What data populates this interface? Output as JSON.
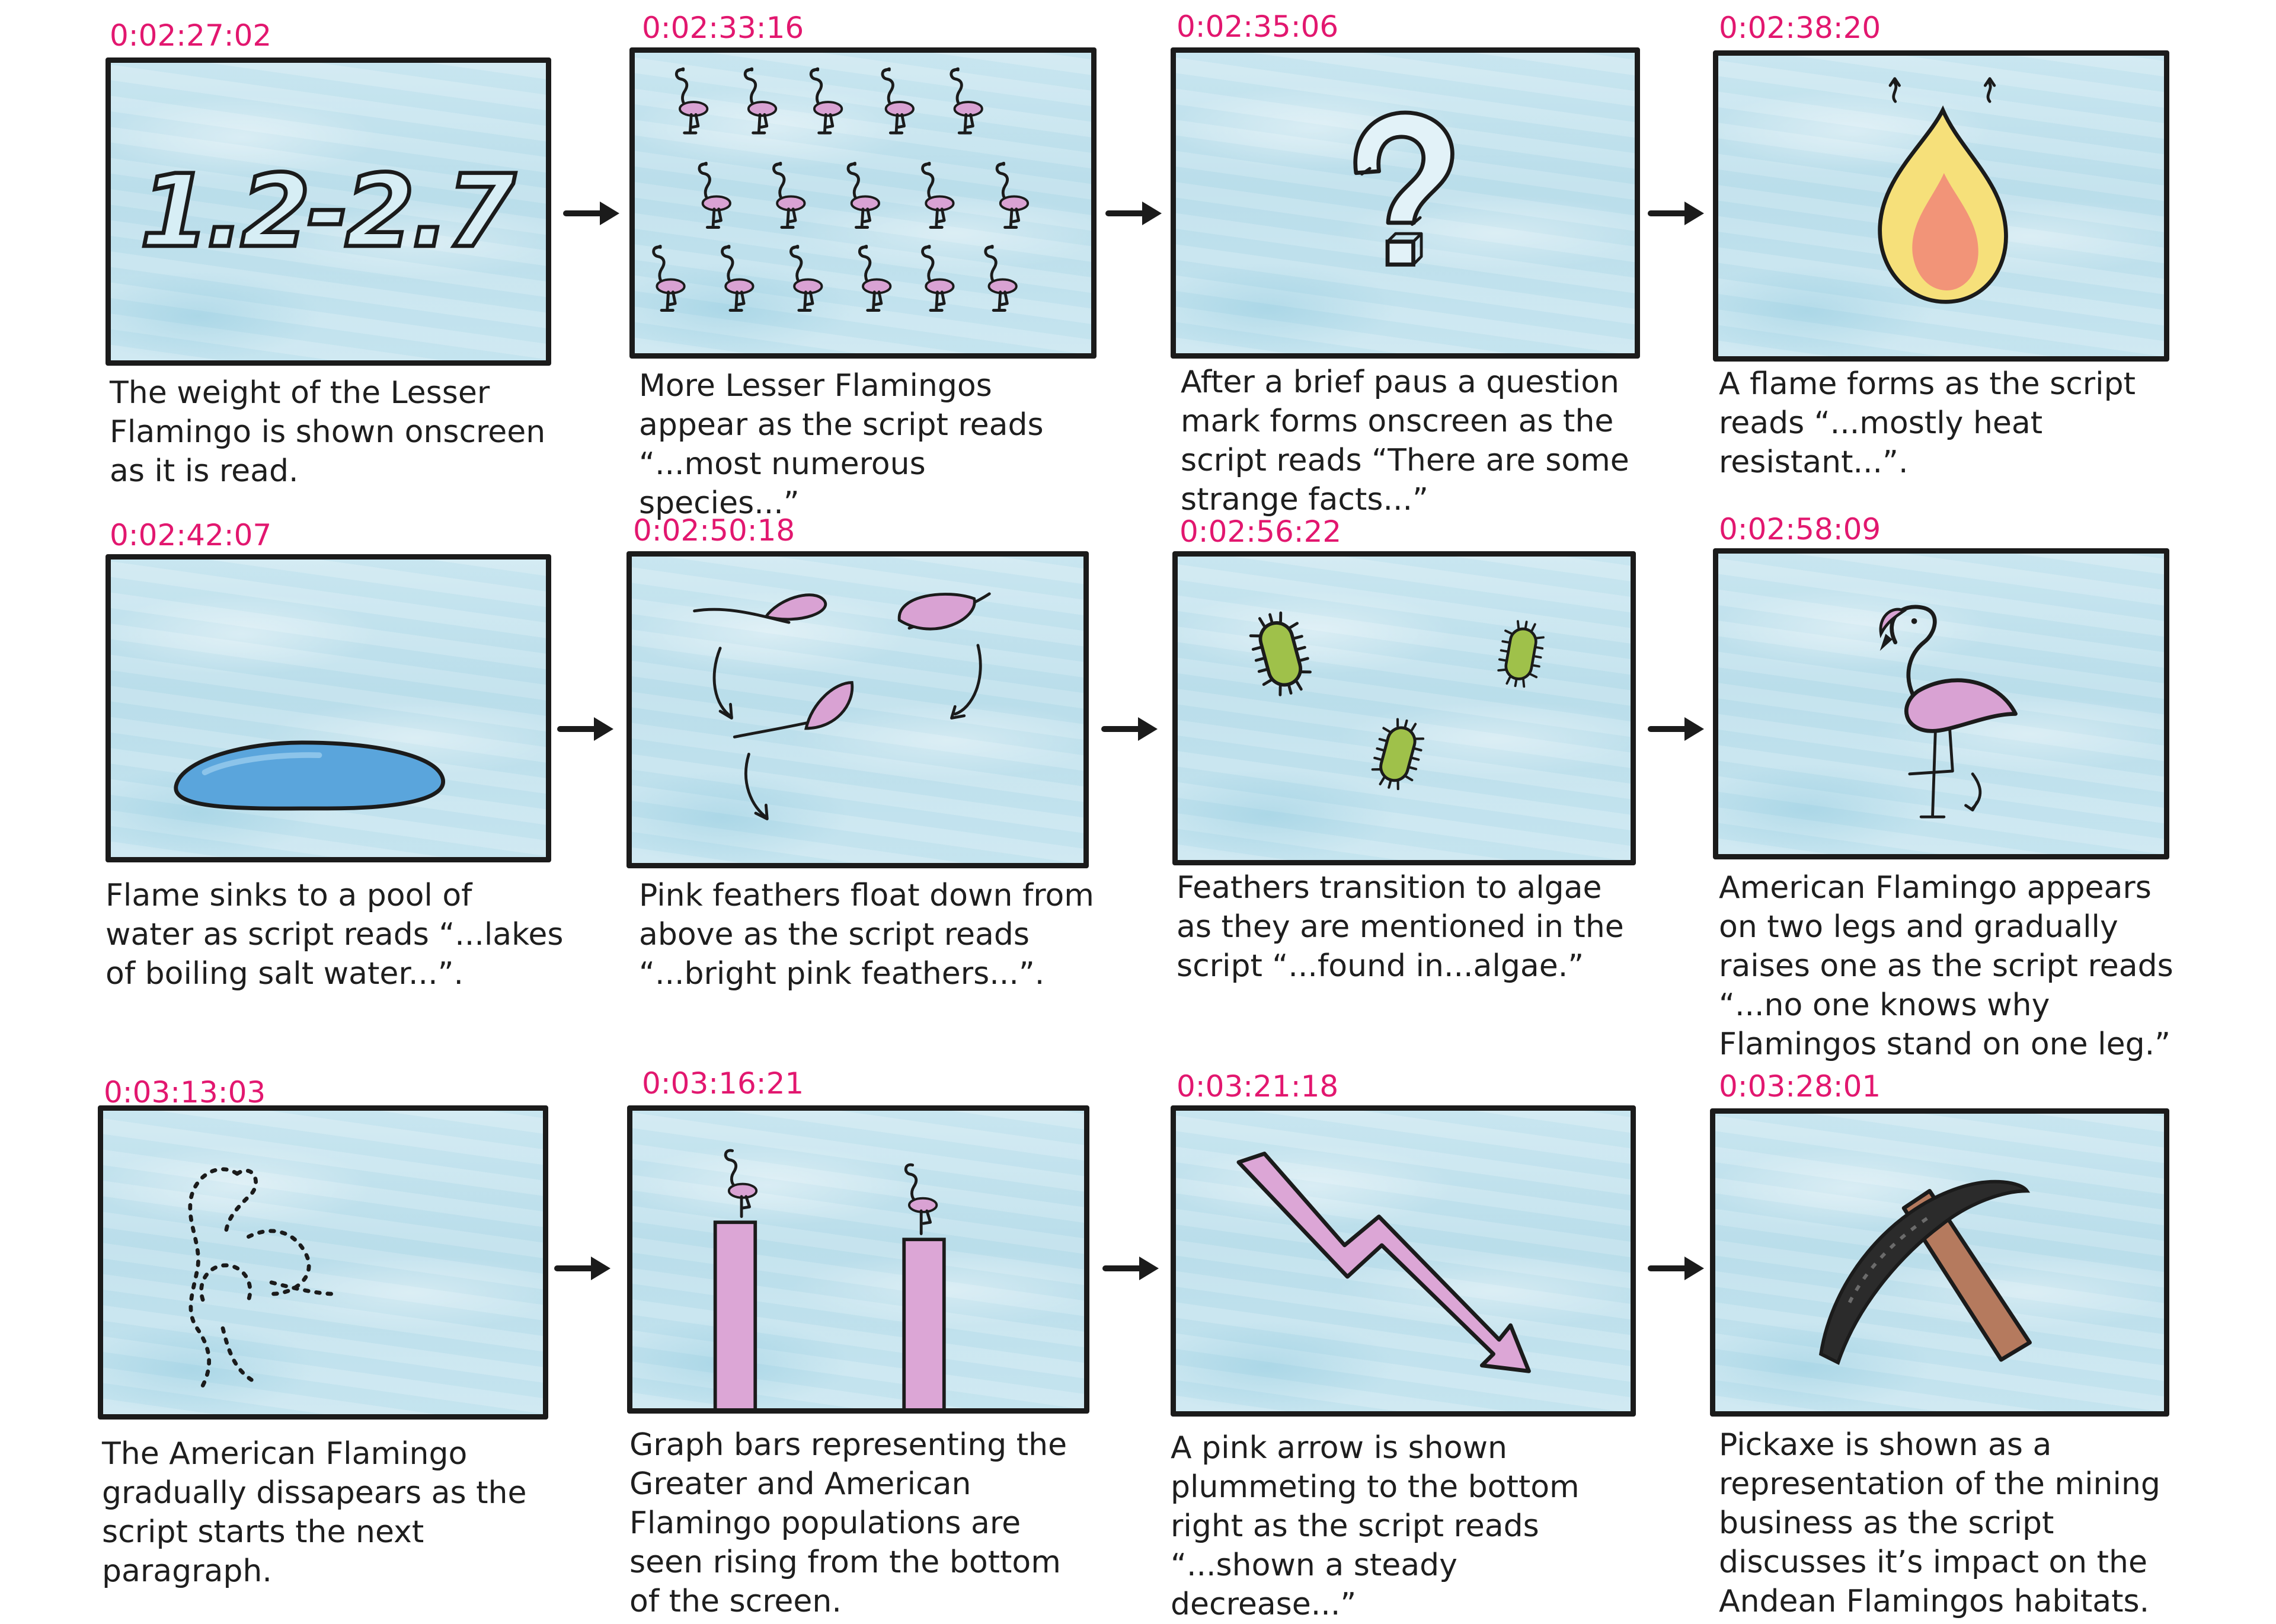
{
  "frames": [
    {
      "timecode": "0:02:27:02",
      "caption": "The weight of the Lesser Flamingo is shown onscreen as it is read.",
      "art_text": "1.2-2.7"
    },
    {
      "timecode": "0:02:33:16",
      "caption": "More Lesser Flamingos appear as the script reads “...most numerous species...”"
    },
    {
      "timecode": "0:02:35:06",
      "caption": "After a brief paus a question mark forms onscreen as the script reads “There are some strange facts...”"
    },
    {
      "timecode": "0:02:38:20",
      "caption": "A flame forms as the script reads “...mostly heat resistant...”."
    },
    {
      "timecode": "0:02:42:07",
      "caption": "Flame sinks to a pool of water as script reads “...lakes of boiling salt water...”."
    },
    {
      "timecode": "0:02:50:18",
      "caption": "Pink feathers float down from above as the script reads “...bright pink feathers...”."
    },
    {
      "timecode": "0:02:56:22",
      "caption": "Feathers transition to algae as they are mentioned in the script “...found in...algae.”"
    },
    {
      "timecode": "0:02:58:09",
      "caption": "American Flamingo appears on two legs and gradually raises one as the script reads “...no one knows why Flamingos stand on one leg.”"
    },
    {
      "timecode": "0:03:13:03",
      "caption": "The American Flamingo gradually dissapears as the script starts the next paragraph."
    },
    {
      "timecode": "0:03:16:21",
      "caption": "Graph bars representing the Greater and American Flamingo populations are seen rising from the bottom of the screen."
    },
    {
      "timecode": "0:03:21:18",
      "caption": "A pink arrow is shown plummeting to the bottom right as the script reads “...shown a steady decrease...”"
    },
    {
      "timecode": "0:03:28:01",
      "caption": "Pickaxe is shown as a representation of the mining business as the script discusses it’s impact on the Andean Flamingos habitats."
    }
  ],
  "icons": {
    "arrow": "right-arrow-icon",
    "flamingo": "flamingo-icon",
    "question": "question-mark-icon",
    "flame": "flame-icon",
    "pool": "water-pool-icon",
    "feather": "feather-icon",
    "algae": "algae-icon",
    "bars": "bar-graph-icon",
    "trend": "down-trend-arrow-icon",
    "pickaxe": "pickaxe-icon"
  },
  "colors": {
    "timecode": "#e2176f",
    "panel_bg": "#c6e4ef",
    "ink": "#1b1b1b",
    "pink": "#d9a2d3",
    "algae": "#9fc14a",
    "water": "#5aa5dc"
  }
}
